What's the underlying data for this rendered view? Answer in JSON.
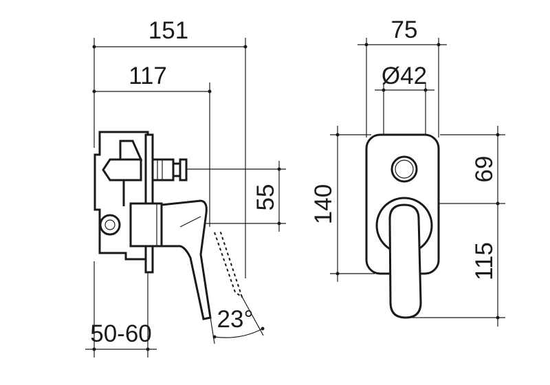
{
  "colors": {
    "line": "#1a1a1a",
    "background": "#ffffff"
  },
  "side_view": {
    "dim_overall_width": "151",
    "dim_handle_reach": "117",
    "dim_outlet_spacing": "55",
    "dim_wall_depth": "50-60",
    "dim_handle_angle": "23°"
  },
  "front_view": {
    "dim_plate_width": "75",
    "dim_diverter_diameter": "Ø42",
    "dim_plate_height": "140",
    "dim_upper_offset": "69",
    "dim_lower_offset": "115"
  }
}
